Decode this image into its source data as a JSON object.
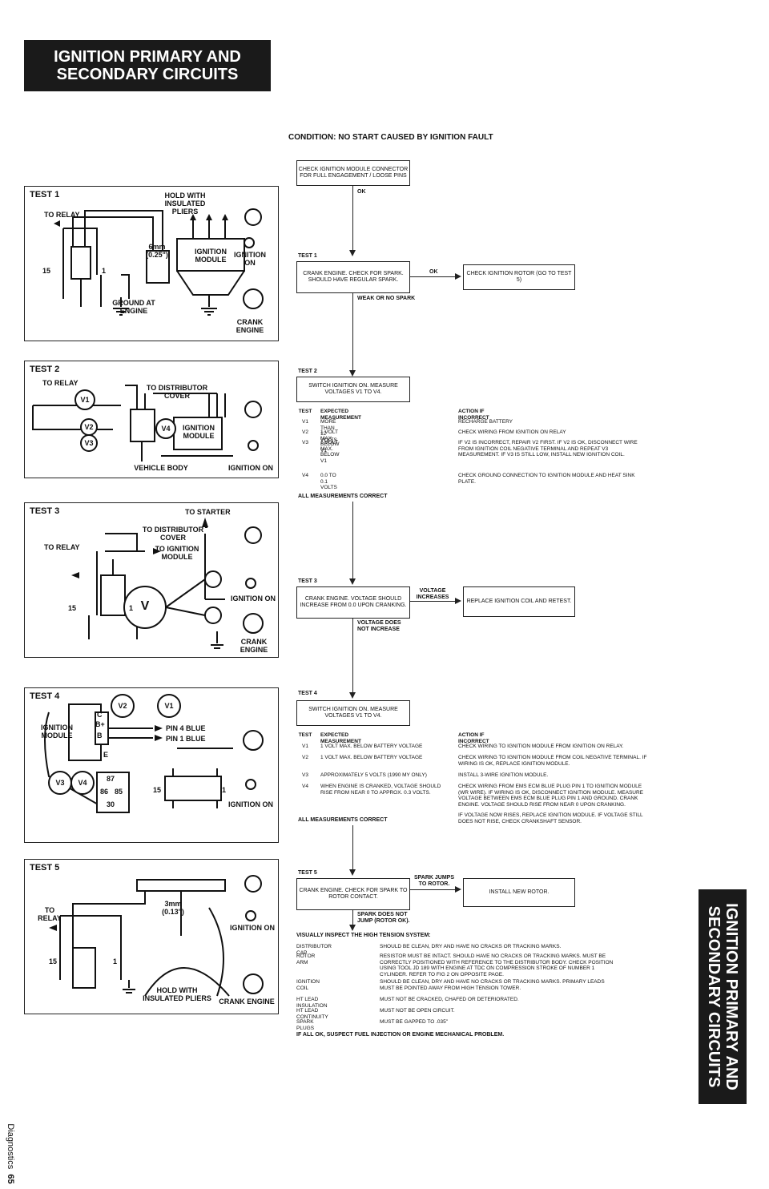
{
  "header": {
    "title_line1": "IGNITION PRIMARY AND",
    "title_line2": "SECONDARY CIRCUITS"
  },
  "side_tab": {
    "line1": "IGNITION PRIMARY AND",
    "line2": "SECONDARY CIRCUITS"
  },
  "footer": {
    "section": "Diagnostics",
    "page": "65"
  },
  "condition": "CONDITION:  NO START CAUSED BY IGNITION FAULT",
  "diagrams": {
    "test1": {
      "title": "TEST 1",
      "hold": "HOLD WITH INSULATED PLIERS",
      "relay": "TO RELAY",
      "gap": "6mm (0.25\")",
      "module": "IGNITION MODULE",
      "ground": "GROUND AT ENGINE",
      "ign_on": "IGNITION ON",
      "crank": "CRANK ENGINE",
      "t15": "15",
      "t1": "1"
    },
    "test2": {
      "title": "TEST 2",
      "relay": "TO RELAY",
      "dist": "TO DISTRIBUTOR COVER",
      "module": "IGNITION MODULE",
      "body": "VEHICLE BODY",
      "ign_on": "IGNITION ON",
      "v1": "V1",
      "v2": "V2",
      "v3": "V3",
      "v4": "V4"
    },
    "test3": {
      "title": "TEST 3",
      "starter": "TO STARTER",
      "dist": "TO DISTRIBUTOR COVER",
      "relay": "TO RELAY",
      "module": "TO IGNITION MODULE",
      "ign_on": "IGNITION ON",
      "crank": "CRANK ENGINE",
      "v": "V",
      "t15": "15",
      "t1": "1"
    },
    "test4": {
      "title": "TEST 4",
      "module": "IGNITION MODULE",
      "pin4": "PIN 4 BLUE",
      "pin1": "PIN 1 BLUE",
      "ign_on": "IGNITION ON",
      "v1": "V1",
      "v2": "V2",
      "v3": "V3",
      "v4": "V4",
      "r87": "87",
      "r86": "86",
      "r85": "85",
      "r30": "30",
      "t15": "15",
      "t1": "1",
      "c": "C",
      "bplus": "B+",
      "b": "B",
      "e": "E"
    },
    "test5": {
      "title": "TEST 5",
      "relay": "TO RELAY",
      "gap": "3mm (0.13\")",
      "hold": "HOLD WITH INSULATED PLIERS",
      "ign_on": "IGNITION ON",
      "crank": "CRANK ENGINE",
      "t15": "15",
      "t1": "1"
    }
  },
  "flow": {
    "box_check": "CHECK IGNITION MODULE CONNECTOR FOR FULL ENGAGEMENT / LOOSE PINS",
    "ok1": "OK",
    "test1": "TEST 1",
    "box_crank1": "CRANK ENGINE. CHECK FOR SPARK. SHOULD HAVE REGULAR SPARK.",
    "ok2": "OK",
    "box_rotor": "CHECK IGNITION ROTOR (GO TO TEST 5)",
    "weak": "WEAK OR NO SPARK",
    "test2": "TEST 2",
    "box_switch2": "SWITCH IGNITION ON. MEASURE VOLTAGES V1 TO V4.",
    "table2": {
      "h1": "TEST",
      "h2": "EXPECTED MEASUREMENT",
      "h3": "ACTION IF INCORRECT",
      "rows": [
        {
          "t": "V1",
          "e": "MORE THAN 12 VOLTS",
          "a": "RECHARGE BATTERY"
        },
        {
          "t": "V2",
          "e": "1 VOLT MAX. BELOW V1",
          "a": "CHECK WIRING FROM IGNITION ON RELAY"
        },
        {
          "t": "V3",
          "e": "1 VOLT MAX. BELOW V1",
          "a": "IF V2 IS INCORRECT, REPAIR V2 FIRST. IF V2 IS OK, DISCONNECT WIRE FROM IGNITION COIL NEGATIVE TERMINAL AND REPEAT V3 MEASUREMENT. IF V3 IS STILL LOW, INSTALL NEW IGNITION COIL."
        },
        {
          "t": "V4",
          "e": "0.0 TO 0.1 VOLTS",
          "a": "CHECK GROUND CONNECTION TO IGNITION MODULE AND HEAT SINK PLATE."
        }
      ],
      "all": "ALL MEASUREMENTS CORRECT"
    },
    "test3": "TEST 3",
    "box_crank3": "CRANK ENGINE. VOLTAGE SHOULD INCREASE FROM 0.0 UPON CRANKING.",
    "volt_inc": "VOLTAGE INCREASES",
    "box_coil": "REPLACE IGNITION COIL AND RETEST.",
    "volt_not": "VOLTAGE DOES NOT INCREASE",
    "test4": "TEST 4",
    "box_switch4": "SWITCH IGNITION ON. MEASURE VOLTAGES V1 TO V4.",
    "table4": {
      "h1": "TEST",
      "h2": "EXPECTED MEASUREMENT",
      "h3": "ACTION IF INCORRECT",
      "rows": [
        {
          "t": "V1",
          "e": "1 VOLT MAX. BELOW BATTERY VOLTAGE",
          "a": "CHECK WIRING TO IGNITION MODULE FROM IGNITION ON RELAY."
        },
        {
          "t": "V2",
          "e": "1 VOLT MAX. BELOW BATTERY VOLTAGE",
          "a": "CHECK WIRING TO IGNITION MODULE FROM COIL NEGATIVE TERMINAL. IF WIRING IS OK, REPLACE IGNITION MODULE."
        },
        {
          "t": "V3",
          "e": "APPROXIMATELY 5 VOLTS (1990 MY ONLY)",
          "a": "INSTALL 3-WIRE IGNITION MODULE."
        },
        {
          "t": "V4",
          "e": "WHEN ENGINE IS CRANKED, VOLTAGE SHOULD RISE FROM NEAR 0 TO APPROX. 0.3 VOLTS.",
          "a": "CHECK WIRING FROM EMS ECM BLUE PLUG PIN 1 TO IGNITION MODULE (WR WIRE). IF WIRING IS OK, DISCONNECT IGNITION MODULE. MEASURE VOLTAGE BETWEEN EMS ECM BLUE PLUG PIN 1 AND GROUND. CRANK ENGINE. VOLTAGE SHOULD RISE FROM NEAR 0 UPON CRANKING."
        }
      ],
      "all": "ALL MEASUREMENTS CORRECT",
      "extra": "IF VOLTAGE NOW RISES, REPLACE IGNITION MODULE. IF VOLTAGE STILL DOES NOT RISE, CHECK CRANKSHAFT SENSOR."
    },
    "test5": "TEST 5",
    "box_crank5": "CRANK ENGINE. CHECK FOR SPARK TO ROTOR CONTACT.",
    "spark_jumps": "SPARK JUMPS TO ROTOR.",
    "box_newrotor": "INSTALL NEW ROTOR.",
    "spark_not": "SPARK DOES NOT JUMP (ROTOR OK).",
    "visual": {
      "title": "VISUALLY INSPECT THE HIGH TENSION SYSTEM:",
      "rows": [
        {
          "k": "DISTRIBUTOR CAP",
          "v": "SHOULD BE CLEAN, DRY AND HAVE NO CRACKS OR TRACKING MARKS."
        },
        {
          "k": "ROTOR ARM",
          "v": "RESISTOR MUST BE INTACT.  SHOULD HAVE NO CRACKS OR TRACKING MARKS. MUST BE CORRECTLY POSITIONED WITH REFERENCE TO THE DISTRIBUTOR BODY. CHECK POSITION USING TOOL JD 189 WITH ENGINE AT TDC ON COMPRESSION STROKE OF NUMBER 1 CYLINDER. REFER TO FIG 2 ON OPPOSITE PAGE."
        },
        {
          "k": "IGNITION COIL",
          "v": "SHOULD BE CLEAN, DRY AND HAVE NO CRACKS OR TRACKING MARKS. PRIMARY LEADS MUST BE POINTED AWAY FROM HIGH TENSION TOWER."
        },
        {
          "k": "HT LEAD INSULATION",
          "v": "MUST NOT BE CRACKED, CHAFED OR DETERIORATED."
        },
        {
          "k": "HT LEAD CONTINUITY",
          "v": "MUST NOT BE OPEN CIRCUIT."
        },
        {
          "k": "SPARK PLUGS",
          "v": "MUST BE GAPPED TO .035\""
        }
      ],
      "final": "IF ALL OK, SUSPECT FUEL INJECTION OR ENGINE MECHANICAL PROBLEM."
    }
  }
}
